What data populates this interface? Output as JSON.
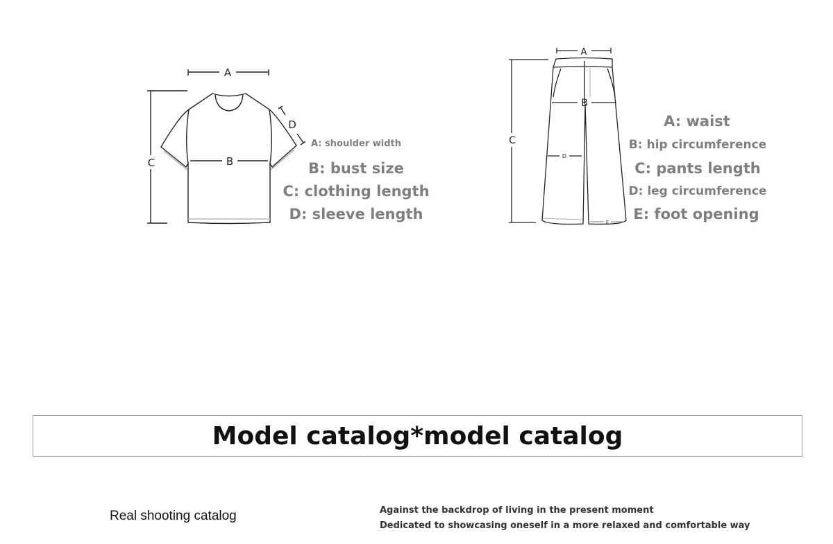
{
  "tshirt": {
    "dim_labels": {
      "a": "A",
      "b": "B",
      "c": "C",
      "d": "D"
    },
    "legend": [
      "A: shoulder width",
      "B: bust size",
      "C: clothing length",
      "D: sleeve length"
    ]
  },
  "pants": {
    "dim_labels": {
      "a": "A",
      "b": "B",
      "c": "C",
      "d": "D",
      "e": "E"
    },
    "legend": [
      "A: waist",
      "B: hip circumference",
      "C: pants length",
      "D: leg circumference",
      "E: foot opening"
    ]
  },
  "banner": {
    "title": "Model catalog*model catalog"
  },
  "footer": {
    "left": "Real shooting catalog",
    "right": [
      "Against the backdrop of living in the present moment",
      "Dedicated to showcasing oneself in a more relaxed and comfortable way"
    ]
  }
}
